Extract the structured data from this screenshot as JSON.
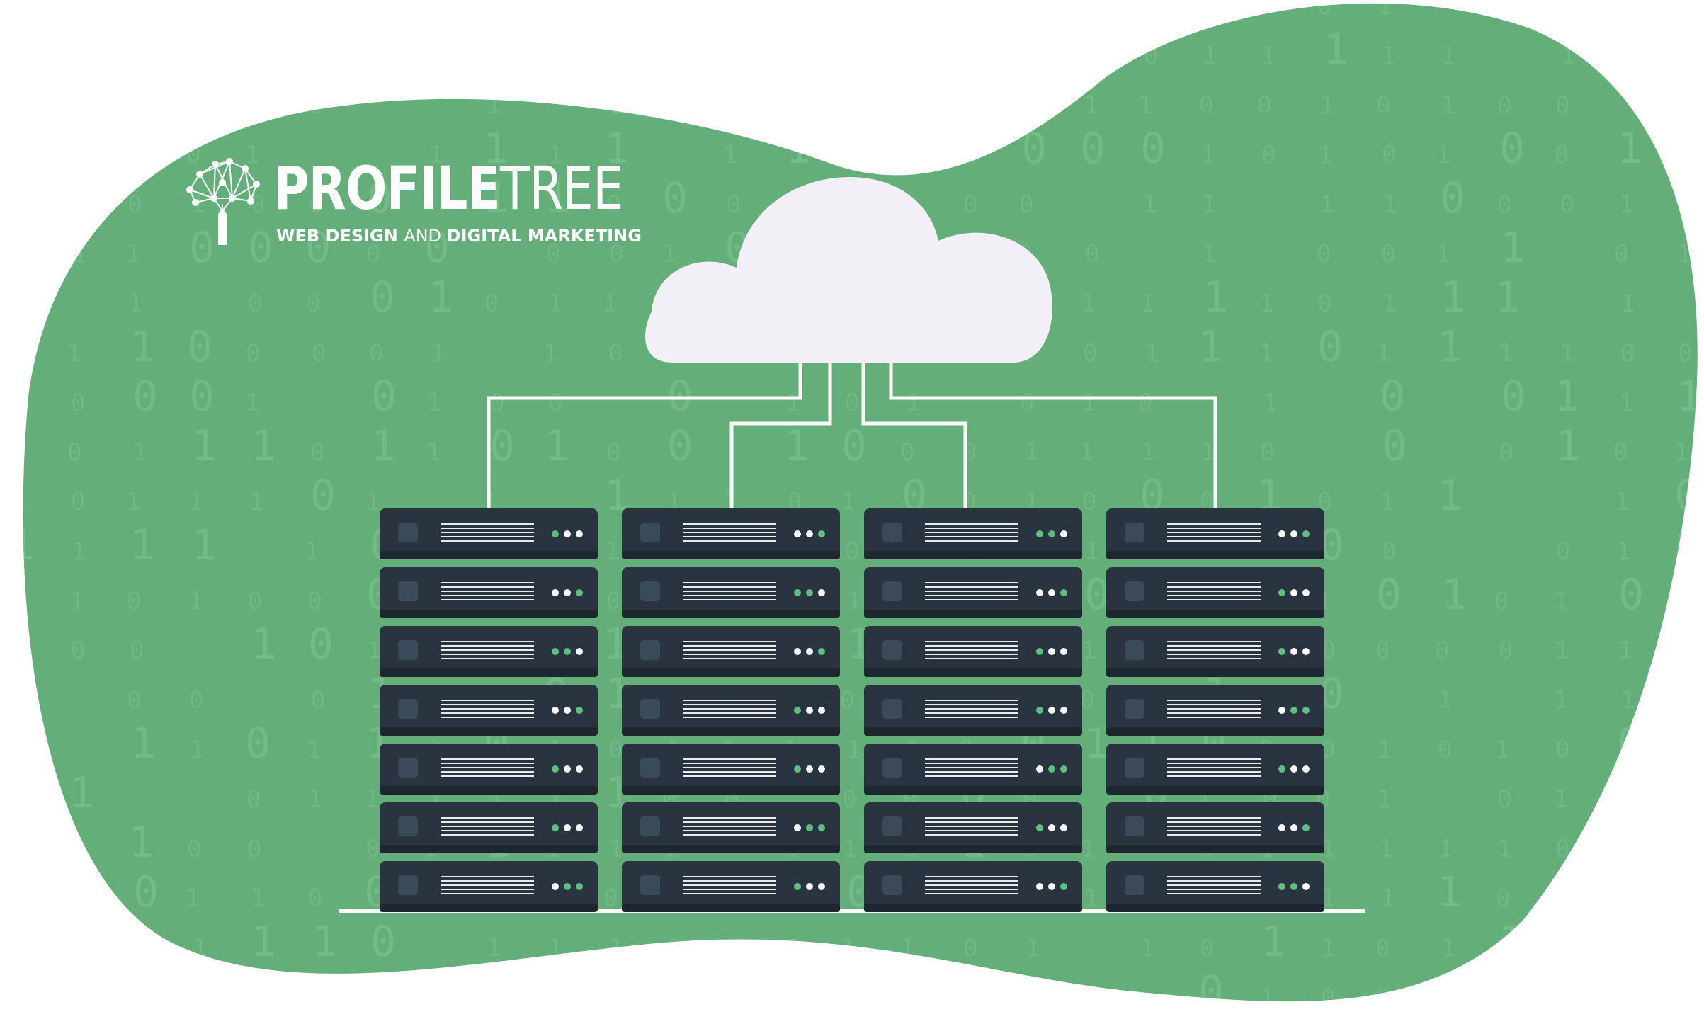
{
  "brand": {
    "name_bold": "PROFILE",
    "name_light": "TREE",
    "tagline_part1": "WEB DESIGN ",
    "tagline_part2": "AND ",
    "tagline_part3": "DIGITAL MARKETING"
  },
  "colors": {
    "background": "#ffffff",
    "blob": "#64ae79",
    "digits": "#77c08c",
    "cloud": "#f3eff6",
    "server_body": "#2a3440",
    "server_shadow": "#1e262f",
    "server_light": "#3a4a58",
    "led_green": "#5fbf7f",
    "led_white": "#ffffff",
    "wire": "#ffffff"
  },
  "icons": [
    "tree-logo-icon",
    "cloud-icon",
    "server-rack-icon"
  ],
  "scene": {
    "server_rack_count": 4,
    "units_per_rack": 7,
    "binary_digits": [
      "0",
      "1"
    ]
  }
}
